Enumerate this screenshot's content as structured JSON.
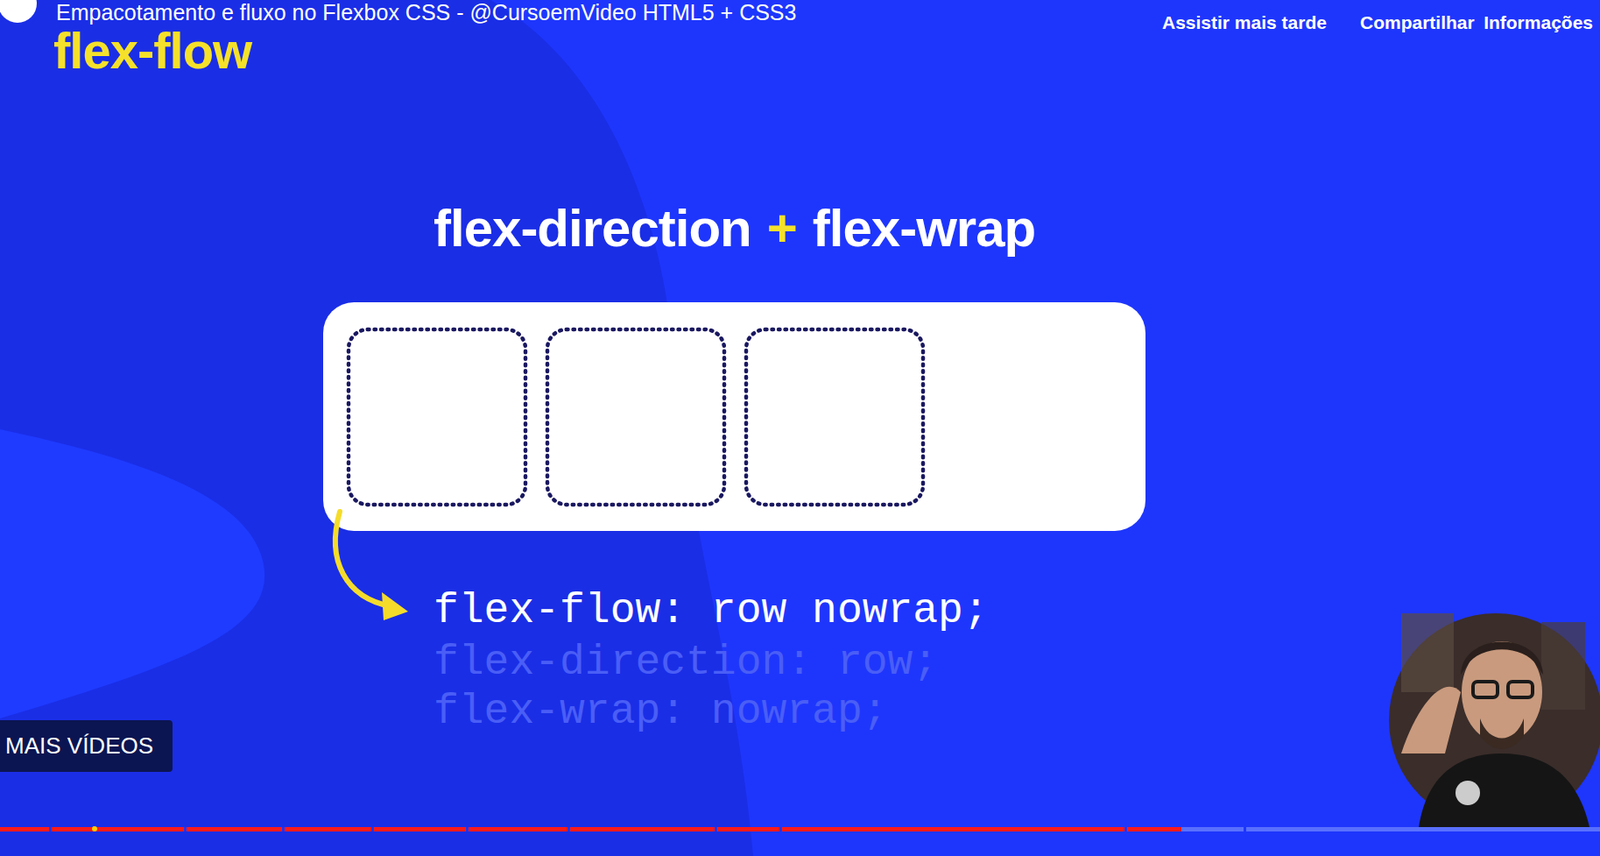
{
  "diagram": {
    "title": "flex-flow",
    "labels": [
      "Empacotamento e fluxo no Flexbox CSS - @CursoemVideo HTML5 + CSS3",
      "Assistir mais tarde",
      "Compartilhar",
      "Informações",
      "flex-direction",
      "+",
      "flex-wrap",
      "flex-flow: row nowrap;",
      "flex-direction: row;",
      "flex-wrap: nowrap;",
      "MAIS VÍDEOS"
    ]
  }
}
